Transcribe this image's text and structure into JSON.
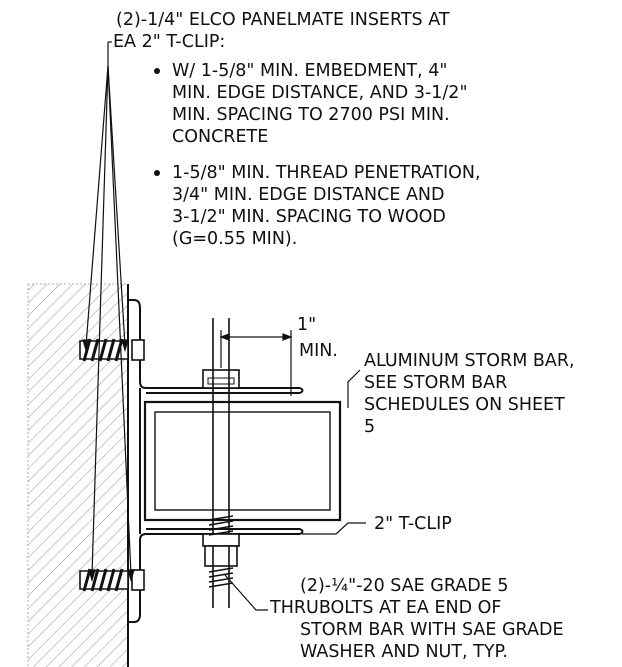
{
  "top_note": {
    "lines": [
      "(2)-1/4\" ELCO PANELMATE INSERTS AT",
      "EA 2\" T-CLIP:"
    ],
    "bullet_1": [
      "W/ 1-5/8\" MIN. EMBEDMENT, 4\"",
      "MIN. EDGE DISTANCE, AND 3-1/2\"",
      "MIN. SPACING TO 2700 PSI MIN.",
      "CONCRETE"
    ],
    "bullet_2": [
      "1-5/8\" MIN. THREAD PENETRATION,",
      "3/4\" MIN. EDGE DISTANCE AND",
      "3-1/2\" MIN. SPACING TO WOOD",
      "(G=0.55 MIN)."
    ]
  },
  "dimension": {
    "value": "1\"",
    "suffix": "MIN."
  },
  "storm_bar_note": [
    "ALUMINUM STORM BAR,",
    "SEE STORM BAR",
    "SCHEDULES ON SHEET",
    "5"
  ],
  "tclip_note": "2\" T-CLIP",
  "bolt_note": [
    "(2)-¼\"-20 SAE GRADE 5",
    "THRUBOLTS AT EA END OF",
    "STORM BAR WITH SAE GRADE",
    "WASHER AND NUT, TYP."
  ]
}
